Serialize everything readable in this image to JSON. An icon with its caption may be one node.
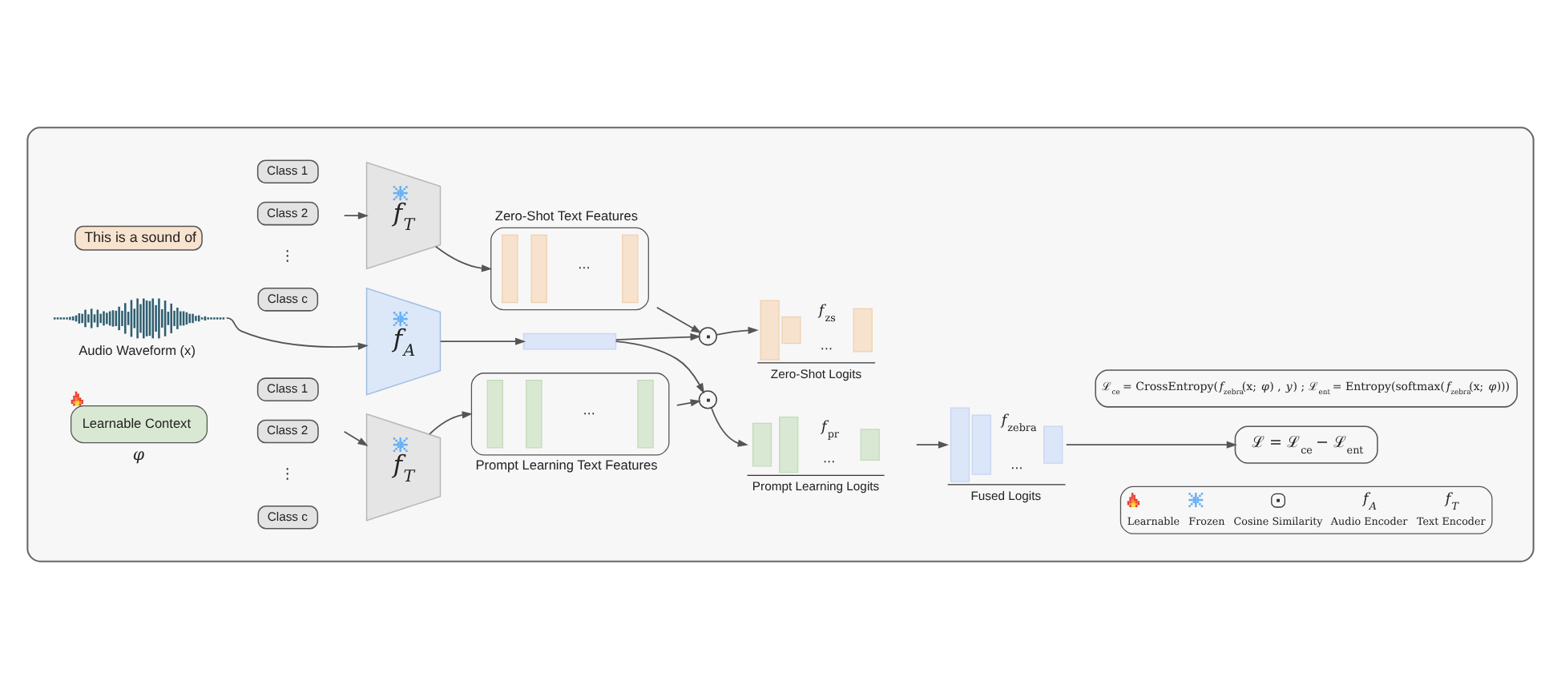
{
  "diagram": {
    "nodes": [
      {
        "text": [],
        "shape": "box"
      },
      {
        "text": [
          "This is a sound of"
        ],
        "in": 0
      },
      {
        "text": [
          "Class 1"
        ],
        "in": 0
      },
      {
        "text": [
          "Class 2"
        ],
        "in": 0
      },
      {
        "text": [
          "Class c"
        ],
        "in": 0
      },
      {
        "text": [
          "f$_{T}$"
        ],
        "in": 0
      },
      {
        "text": [
          "Zero-Shot Text Features",
          "⋯"
        ],
        "in": 0
      },
      {
        "text": [
          "ℒ$_{ce}$ = CrossEntropy(*f*$_{zebra}$(x; *φ*) , *y*) ; ℒ$_{ent}$ = Entropy(softmax(*f*$_{zebra}$(x; *φ*)))"
        ],
        "in": 0
      },
      {
        "text": [],
        "shape": "circle",
        "in": 0
      },
      {
        "text": [
          "*f*$_{zs}$",
          "⋯",
          "Zero-Shot Logits"
        ],
        "in": 0
      },
      {
        "text": [],
        "shape": "picture",
        "beside": [
          "Audio Waveform (x)"
        ],
        "in": 0
      },
      {
        "text": [
          "f$_{A}$"
        ],
        "in": 0
      },
      {
        "text": [],
        "shape": "bar",
        "in": 0
      },
      {
        "text": [
          "*f*$_{zebra}$",
          "⋯",
          "Fused Logits"
        ],
        "in": 0
      },
      {
        "text": [
          "ℒ = ℒ$_{ce}$ − ℒ$_{ent}$"
        ],
        "in": 0
      },
      {
        "text": [],
        "shape": "circle",
        "in": 0
      },
      {
        "text": [
          "*f*$_{pr}$",
          "⋯",
          "Prompt Learning Logits"
        ],
        "in": 0
      },
      {
        "text": [
          "Learnable Context"
        ],
        "beside": [
          "φ"
        ],
        "in": 0
      },
      {
        "text": [
          "Class 1"
        ],
        "in": 0
      },
      {
        "text": [
          "Class 2"
        ],
        "in": 0
      },
      {
        "text": [
          "Class c"
        ],
        "in": 0
      },
      {
        "text": [
          "f$_{T}$"
        ],
        "in": 0
      },
      {
        "text": [
          "⋯",
          "Prompt Learning Text Features"
        ],
        "in": 0
      }
    ],
    "edges": [
      {
        "from": null,
        "to": 5,
        "arrow": "to"
      },
      {
        "from": 5,
        "to": 6,
        "arrow": "to"
      },
      {
        "from": 6,
        "to": 8,
        "arrow": "to"
      },
      {
        "from": 12,
        "to": 8,
        "arrow": "to"
      },
      {
        "from": 8,
        "to": 9,
        "arrow": "to"
      },
      {
        "from": 10,
        "to": 11,
        "arrow": "to"
      },
      {
        "from": 11,
        "to": 12,
        "arrow": "to"
      },
      {
        "from": 12,
        "to": 15,
        "arrow": "to"
      },
      {
        "from": 22,
        "to": 15,
        "arrow": "to"
      },
      {
        "from": 15,
        "to": 16,
        "arrow": "to"
      },
      {
        "from": null,
        "to": 13,
        "arrow": "to"
      },
      {
        "from": 13,
        "to": 14,
        "arrow": "to"
      },
      {
        "from": null,
        "to": 21,
        "arrow": "to"
      },
      {
        "from": 21,
        "to": 22,
        "arrow": "to"
      }
    ],
    "labels": [
      "⋮",
      "⋮",
      "f$_{A}$",
      "f$_{T}$"
    ],
    "legend": [
      {
        "text": "Learnable"
      },
      {
        "text": "Frozen"
      },
      {
        "text": "Cosine Similarity"
      },
      {
        "text": "Audio Encoder"
      },
      {
        "text": "Text Encoder"
      }
    ]
  }
}
